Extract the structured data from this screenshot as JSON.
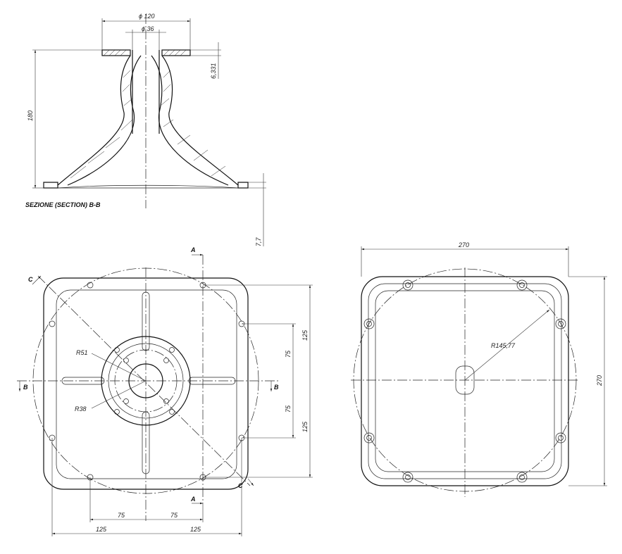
{
  "section_view": {
    "title": "SEZIONE (SECTION) B-B",
    "dims": {
      "top_diameter": "ϕ 120",
      "inner_diameter": "ϕ 36",
      "flange_thickness": "6,331",
      "height": "180",
      "base_thickness": "7,7"
    }
  },
  "plan_view": {
    "labels": {
      "section_a_top": "A",
      "section_a_bottom": "A",
      "section_b_left": "B",
      "section_b_right": "B",
      "section_c_top": "C",
      "section_c_bottom": "C"
    },
    "dims": {
      "r51": "R51",
      "r38": "R38",
      "right_125_top": "125",
      "right_75_top": "75",
      "right_75_bottom": "75",
      "right_125_bottom": "125",
      "bottom_75_left": "75",
      "bottom_75_right": "75",
      "bottom_125_left": "125",
      "bottom_125_right": "125"
    }
  },
  "bottom_view": {
    "dims": {
      "width": "270",
      "height": "270",
      "radius": "R145,77"
    }
  }
}
